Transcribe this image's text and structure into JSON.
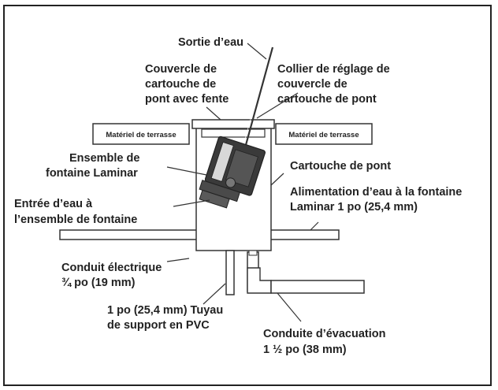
{
  "labels": {
    "water_outlet": "Sortie d’eau",
    "lid_with_slot": [
      "Couvercle de",
      "cartouche de",
      "pont avec fente"
    ],
    "adjust_collar": [
      "Collier de réglage de",
      "couvercle de",
      "cartouche de pont"
    ],
    "deck_material_left": "Matériel de terrasse",
    "deck_material_right": "Matériel de terrasse",
    "laminar_assembly": [
      "Ensemble de",
      "fontaine Laminar"
    ],
    "deck_cartridge": "Cartouche de pont",
    "water_inlet": [
      "Entrée d’eau à",
      "l’ensemble de fontaine"
    ],
    "water_supply": [
      "Alimentation d’eau à la fontaine",
      "Laminar 1 po (25,4 mm)"
    ],
    "electrical_conduit": [
      "Conduit électrique",
      "¾ po (19 mm)"
    ],
    "pvc_support": [
      "1 po (25,4 mm) Tuyau",
      "de support en PVC"
    ],
    "drain": [
      "Conduite d’évacuation",
      "1 ½ po (38 mm)"
    ]
  },
  "colors": {
    "line": "#333333",
    "device": "#3a3a3a",
    "text": "#222222"
  }
}
